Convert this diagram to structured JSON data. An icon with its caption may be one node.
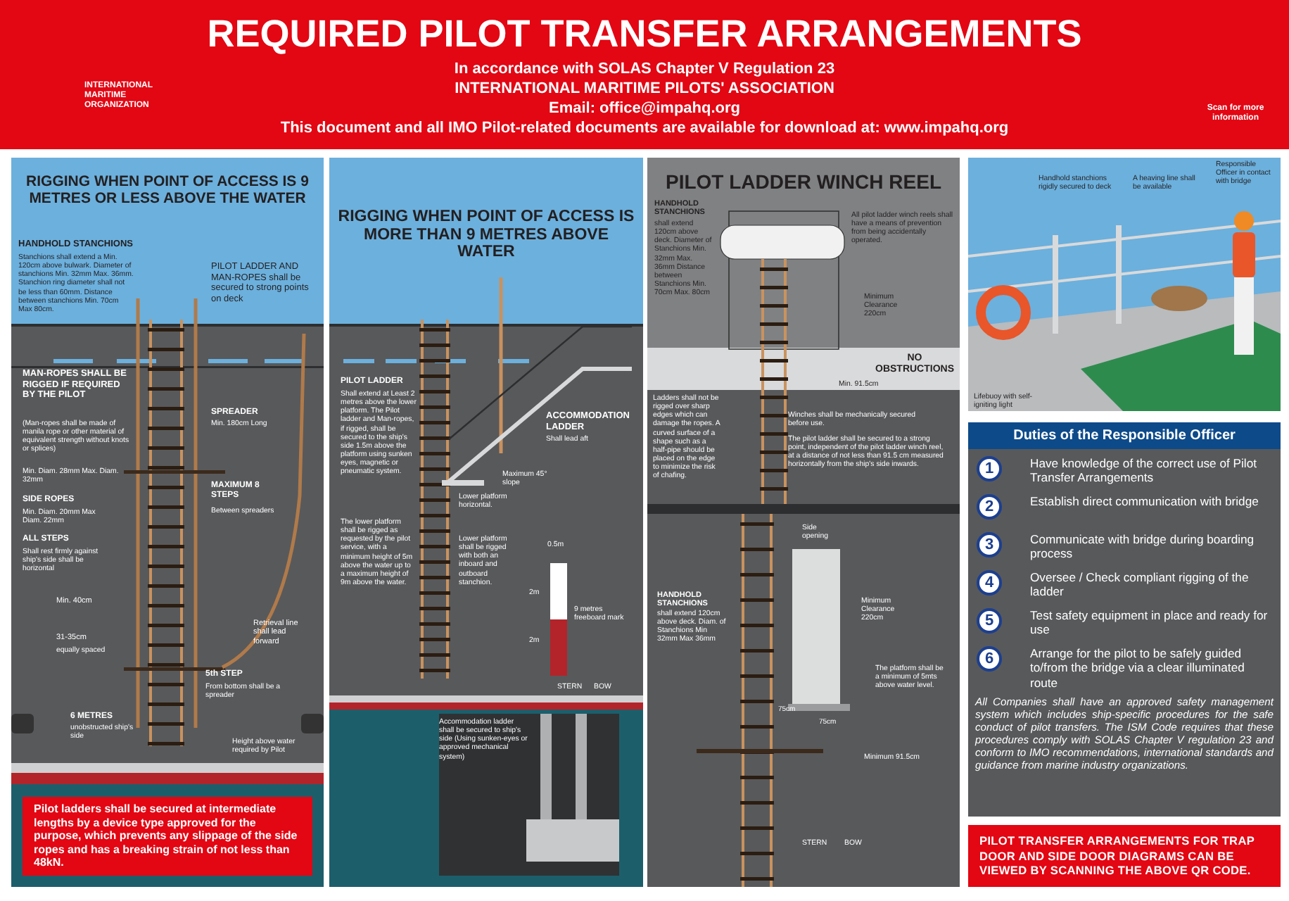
{
  "diagram": {
    "title": "REQUIRED PILOT TRANSFER ARRANGEMENTS",
    "nodes": [
      {
        "text": [
          "RIGGING WHEN POINT OF ACCESS IS 9 METRES OR LESS ABOVE THE WATER"
        ]
      },
      {
        "text": [
          "Pilot ladders shall be secured at intermediate lengths by a device type approved for the purpose, which prevents any slippage of the side ropes and has a breaking strain of not less than 48kN."
        ],
        "in": 0
      },
      {
        "text": [
          "RIGGING WHEN POINT OF ACCESS IS MORE THAN 9 METRES ABOVE WATER"
        ]
      },
      {
        "text": [
          "PILOT LADDER WINCH REEL"
        ]
      },
      {
        "text": [
          "Duties of the Responsible Officer"
        ]
      },
      {
        "text": [
          "1",
          "Have knowledge of the correct use of Pilot Transfer Arrangements"
        ],
        "in": 4
      },
      {
        "text": [
          "2",
          "Establish direct communication with bridge"
        ],
        "in": 4
      },
      {
        "text": [
          "3",
          "Communicate with bridge during boarding process"
        ],
        "in": 4
      },
      {
        "text": [
          "4",
          "Oversee / Check compliant rigging of the ladder"
        ],
        "in": 4
      },
      {
        "text": [
          "5",
          "Test safety equipment in place and ready for use"
        ],
        "in": 4
      },
      {
        "text": [
          "6",
          "Arrange for the pilot to be safely guided to/from the bridge via a clear illuminated route"
        ],
        "in": 4
      },
      {
        "text": [
          "PILOT TRANSFER ARRANGEMENTS FOR TRAP DOOR AND SIDE DOOR DIAGRAMS CAN BE VIEWED BY SCANNING THE ABOVE QR CODE."
        ]
      }
    ],
    "labels": [
      "In accordance with SOLAS Chapter V Regulation 23",
      "INTERNATIONAL MARITIME PILOTS' ASSOCIATION",
      "Email: office@impahq.org",
      "This document and all IMO Pilot-related documents are available for download at: www.impahq.org",
      "INTERNATIONAL MARITIME ORGANIZATION",
      "Scan for more information",
      "HANDHOLD STANCHIONS",
      "Stanchions shall extend a Min. 120cm above bulwark. Diameter of stanchions Min. 32mm Max. 36mm. Stanchion ring diameter shall not be less than 60mm. Distance between stanchions Min. 70cm Max 80cm.",
      "PILOT LADDER AND MAN-ROPES shall be secured to strong points on deck",
      "MAN-ROPES SHALL BE RIGGED IF REQUIRED BY THE PILOT",
      "(Man-ropes shall be made of manila rope or other material of equivalent strength without knots or splices)",
      "Min. Diam. 28mm Max. Diam. 32mm",
      "SPREADER",
      "Min. 180cm Long",
      "MAXIMUM 8 STEPS",
      "Between spreaders",
      "SIDE ROPES",
      "Min. Diam. 20mm Max Diam. 22mm",
      "ALL STEPS",
      "Shall rest firmly against ship's side shall be horizontal",
      "Min. 40cm",
      "31-35cm",
      "equally spaced",
      "Retrieval line shall lead forward",
      "5th STEP",
      "From bottom shall be a spreader",
      "6 METRES",
      "unobstructed ship's side",
      "Height above water required by Pilot",
      "PILOT LADDER",
      "Shall extend at Least 2 metres above the lower platform. The Pilot ladder and Man-ropes, if rigged, shall be secured to the ship's side 1.5m above the platform using sunken eyes, magnetic or pneumatic system.",
      "The lower platform shall be rigged as requested by the pilot service, with a minimum height of 5m above the water up to a maximum height of 9m above the water.",
      "ACCOMMODATION LADDER",
      "Shall lead aft",
      "Maximum 45° slope",
      "Lower platform horizontal.",
      "Lower platform shall be rigged with both an inboard and outboard stanchion.",
      "0.5m",
      "2m",
      "9 metres freeboard mark",
      "2m",
      "STERN",
      "BOW",
      "Accommodation ladder shall be secured to ship's side (Using sunken-eyes or approved mechanical system)",
      "HANDHOLD STANCHIONS",
      "shall extend 120cm above deck. Diameter of Stanchions Min. 32mm Max. 36mm Distance between Stanchions Min. 70cm Max. 80cm",
      "All pilot ladder winch reels shall have a means of prevention from being accidentally operated.",
      "Minimum Clearance 220cm",
      "NO OBSTRUCTIONS",
      "Min. 91.5cm",
      "Ladders shall not be rigged over sharp edges which can damage the ropes. A curved surface of a shape such as a half-pipe should be placed on the edge to minimize the risk of chafing.",
      "Winches shall be mechanically secured before use.",
      "The pilot ladder shall be secured to a strong point, independent of the pilot ladder winch reel, at a distance of not less than 91.5 cm measured horizontally from the ship's side inwards.",
      "Side opening",
      "HANDHOLD STANCHIONS",
      "shall extend 120cm above deck. Diam. of Stanchions Min 32mm Max 36mm",
      "Minimum Clearance 220cm",
      "The platform shall be a minimum of 5mts above water level.",
      "75cm",
      "75cm",
      "Minimum 91.5cm",
      "STERN",
      "BOW",
      "Handhold stanchions rigidly secured to deck",
      "A heaving line shall be available",
      "Responsible Officer in contact with bridge",
      "Lifebuoy with self-igniting light",
      "All Companies shall have an approved safety management system which includes ship-specific procedures for the safe conduct of pilot transfers. The ISM Code requires that these procedures comply with SOLAS Chapter V regulation 23 and conform to IMO recommendations, international standards and guidance from marine industry organizations."
    ]
  }
}
